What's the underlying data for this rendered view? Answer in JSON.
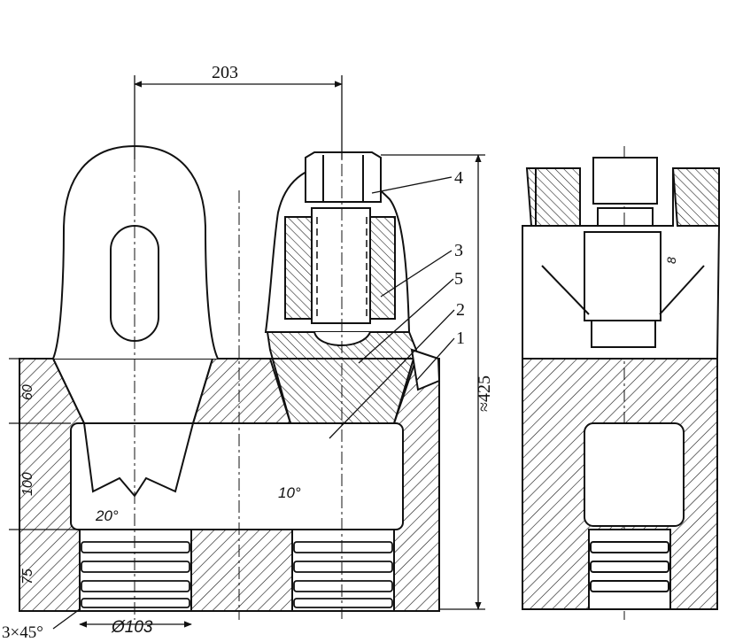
{
  "dimensions": {
    "spacing": "203",
    "overall_height": "≈425",
    "section_top": "60",
    "section_middle": "100",
    "section_bottom": "75",
    "bore_diameter": "Ø103",
    "chamfer": "3×45°",
    "angle_left": "20°",
    "angle_right": "10°",
    "side_gap": "8"
  },
  "part_labels": [
    "4",
    "3",
    "5",
    "2",
    "1"
  ],
  "colors": {
    "ink": "#111111",
    "paper": "#ffffff"
  }
}
